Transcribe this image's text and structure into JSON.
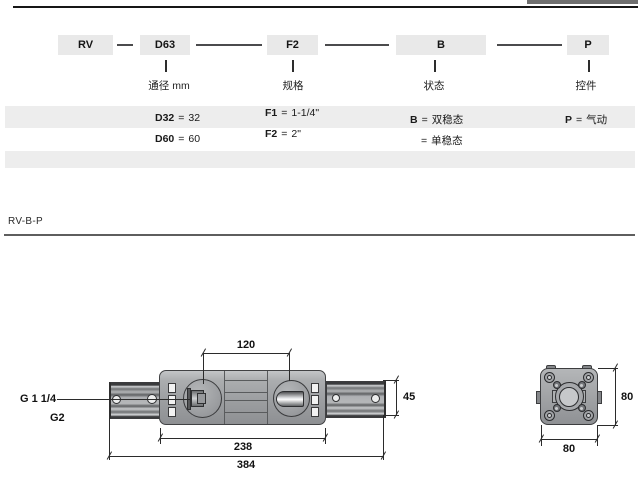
{
  "order_code": {
    "eq": "=",
    "boxes": [
      {
        "label": "RV"
      },
      {
        "label": "D63",
        "field": "通径 mm"
      },
      {
        "label": "F2",
        "field": "规格"
      },
      {
        "label": "B",
        "field": "状态"
      },
      {
        "label": "P",
        "field": "控件"
      }
    ],
    "options": {
      "bore": [
        {
          "code": "D32",
          "value": "32"
        },
        {
          "code": "D60",
          "value": "60"
        }
      ],
      "spec": [
        {
          "code": "F1",
          "value": "1-1/4\""
        },
        {
          "code": "F2",
          "value": "2\""
        }
      ],
      "state": [
        {
          "code": "B",
          "value": "双稳态"
        },
        {
          "code": "",
          "value": "单稳态"
        }
      ],
      "control": [
        {
          "code": "P",
          "value": "气动"
        }
      ]
    }
  },
  "model_code": "RV-B-P",
  "drawing": {
    "port_label_line1": "G 1 1/4",
    "port_label_line2": "G2",
    "dims": {
      "hole_spacing": "120",
      "body_length": "238",
      "total_length": "384",
      "rail_height": "45",
      "end_width": "80",
      "end_height": "80"
    }
  }
}
